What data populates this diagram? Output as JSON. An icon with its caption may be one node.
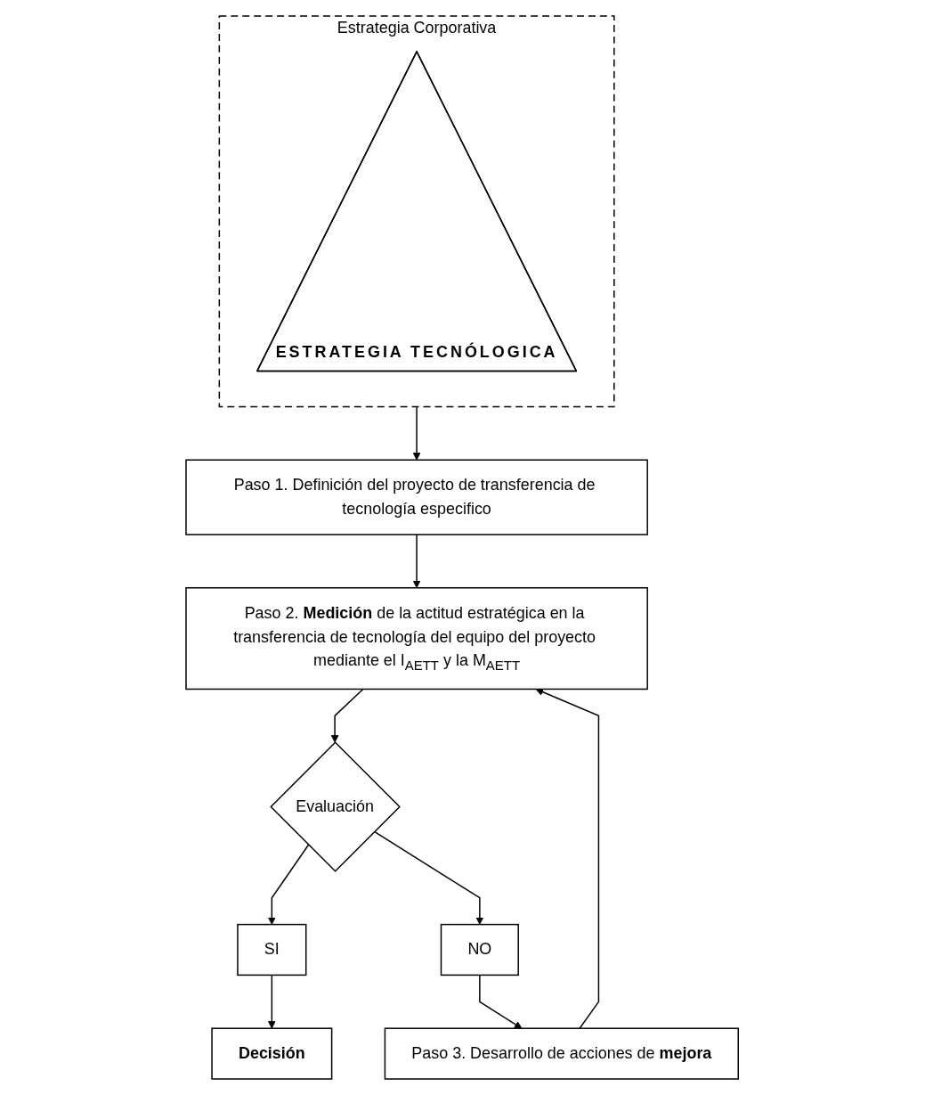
{
  "diagram": {
    "nodes": [
      {
        "text": [
          "Estrategia Corporativa"
        ]
      },
      {
        "text": [
          "ESTRATEGIA TECNÓLOGICA"
        ],
        "in": 0
      },
      {
        "text": [
          "Paso 1. Definición del proyecto de transferencia de tecnología especifico"
        ]
      },
      {
        "text": [
          "Paso 2. **Medición** de la actitud estratégica en la transferencia de tecnología del equipo del proyecto mediante el I$_{AETT}$ y la M$_{AETT}$"
        ]
      },
      {
        "text": [
          "Evaluación"
        ]
      },
      {
        "text": [
          "SI"
        ]
      },
      {
        "text": [
          "NO"
        ]
      },
      {
        "text": [
          "Decisión"
        ]
      },
      {
        "text": [
          "Paso 3. Desarrollo de acciones de **mejora**"
        ]
      }
    ],
    "edges": [
      {
        "from": 0,
        "to": 2,
        "arrow": "to"
      },
      {
        "from": 2,
        "to": 3,
        "arrow": "to"
      },
      {
        "from": 3,
        "to": 4,
        "arrow": "to"
      },
      {
        "from": 4,
        "to": 5,
        "arrow": "to"
      },
      {
        "from": 4,
        "to": 6,
        "arrow": "to"
      },
      {
        "from": 5,
        "to": 7,
        "arrow": "to"
      },
      {
        "from": 6,
        "to": 8,
        "arrow": "to"
      },
      {
        "from": 8,
        "to": 3,
        "arrow": "to"
      }
    ]
  }
}
